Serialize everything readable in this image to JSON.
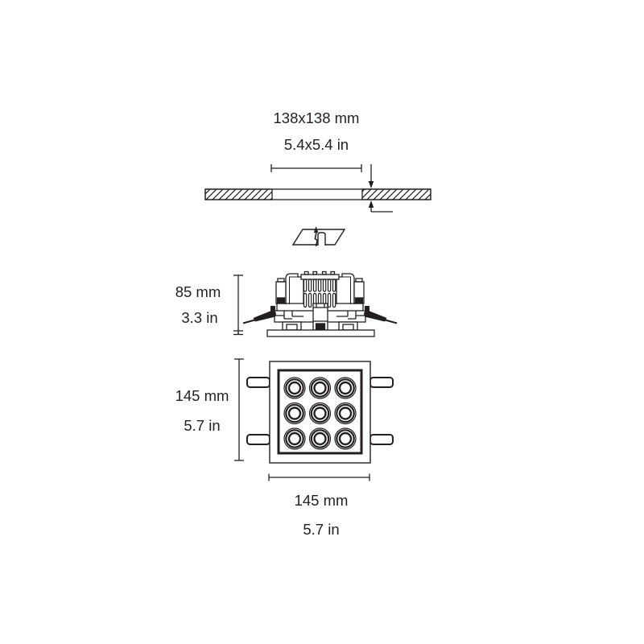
{
  "canvas": {
    "background": "#ffffff",
    "line_color": "#231f20"
  },
  "drawing": {
    "ceiling_cutout": {
      "mm": "138x138 mm",
      "inches": "5.4x5.4 in"
    },
    "fixture_height": {
      "mm": "85 mm",
      "inches": "3.3 in"
    },
    "fixture_face_vertical": {
      "mm": "145 mm",
      "inches": "5.7 in"
    },
    "fixture_face_horizontal": {
      "mm": "145 mm",
      "inches": "5.7 in"
    }
  }
}
